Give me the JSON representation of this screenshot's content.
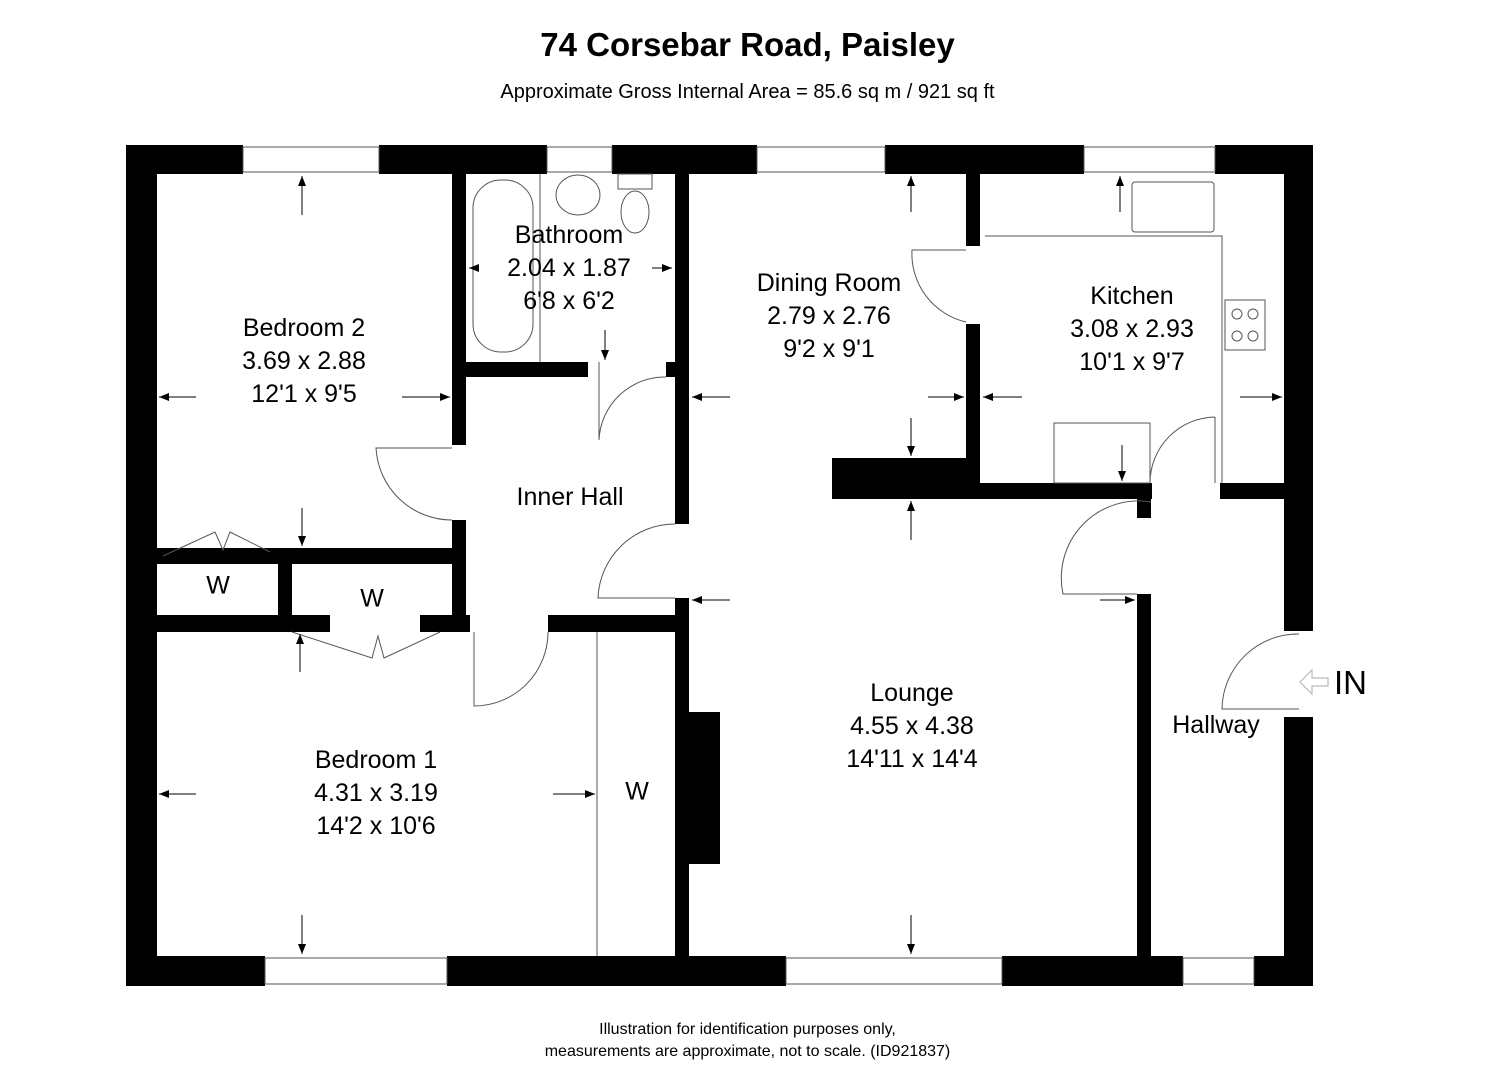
{
  "header": {
    "title": "74 Corsebar Road, Paisley",
    "subtitle": "Approximate Gross Internal Area = 85.6 sq m / 921 sq ft"
  },
  "rooms": {
    "bathroom": {
      "name": "Bathroom",
      "metric": "2.04 x 1.87",
      "imperial": "6'8 x 6'2"
    },
    "bedroom2": {
      "name": "Bedroom 2",
      "metric": "3.69 x 2.88",
      "imperial": "12'1 x 9'5"
    },
    "dining": {
      "name": "Dining Room",
      "metric": "2.79 x 2.76",
      "imperial": "9'2 x 9'1"
    },
    "kitchen": {
      "name": "Kitchen",
      "metric": "3.08 x 2.93",
      "imperial": "10'1 x 9'7"
    },
    "inner_hall": {
      "name": "Inner Hall"
    },
    "lounge": {
      "name": "Lounge",
      "metric": "4.55 x 4.38",
      "imperial": "14'11 x 14'4"
    },
    "bedroom1": {
      "name": "Bedroom 1",
      "metric": "4.31 x 3.19",
      "imperial": "14'2 x 10'6"
    },
    "hallway": {
      "name": "Hallway"
    }
  },
  "wardrobes": {
    "label": "W"
  },
  "entrance": {
    "label": "IN",
    "icon": "arrow-left-outline-icon"
  },
  "footer": {
    "line1": "Illustration for identification purposes only,",
    "line2": "measurements are approximate, not to scale. (ID921837)"
  },
  "colors": {
    "wall": "#000000",
    "background": "#ffffff",
    "fixture": "#666666"
  }
}
